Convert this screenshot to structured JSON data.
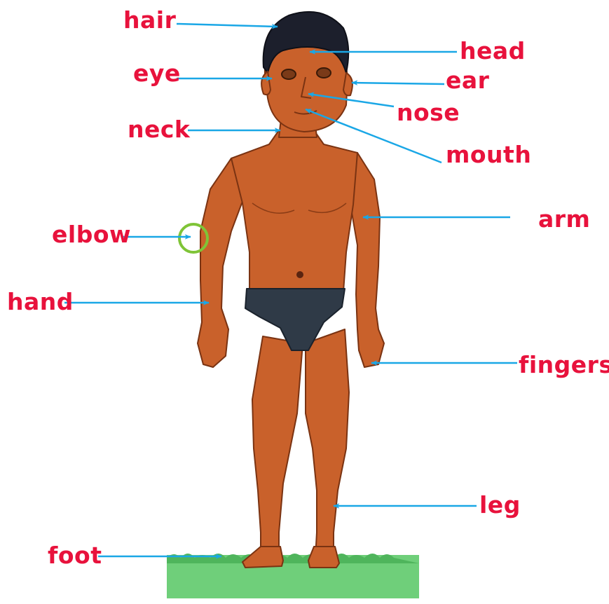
{
  "colors": {
    "label": "#e8123c",
    "arrow": "#1aa7e6",
    "skin": "#c9612b",
    "skin_dark": "#9c4119",
    "hair": "#1c1f2c",
    "underwear": "#2f3a47",
    "grass": "#6fcf7a",
    "elbow_marker": "#7fc437"
  },
  "labels": {
    "hair": "hair",
    "head": "head",
    "eye": "eye",
    "ear": "ear",
    "nose": "nose",
    "neck": "neck",
    "mouth": "mouth",
    "arm": "arm",
    "elbow": "elbow",
    "hand": "hand",
    "fingers": "fingers",
    "leg": "leg",
    "foot": "foot"
  }
}
